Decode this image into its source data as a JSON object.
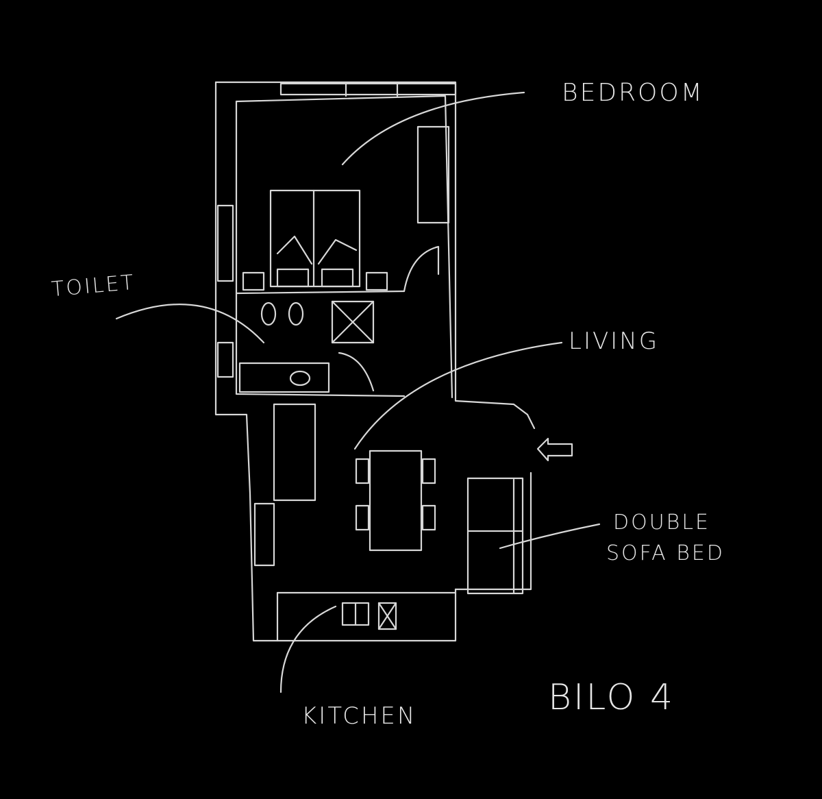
{
  "labels": {
    "bedroom": "BEDROOM",
    "toilet": "TOILET",
    "living": "LIVING",
    "sofa_line1": "DOUBLE",
    "sofa_line2": "SOFA BED",
    "kitchen": "KITCHEN",
    "title": "BILO 4"
  },
  "colors": {
    "background": "#000000",
    "ink": "#d8d8d8"
  }
}
